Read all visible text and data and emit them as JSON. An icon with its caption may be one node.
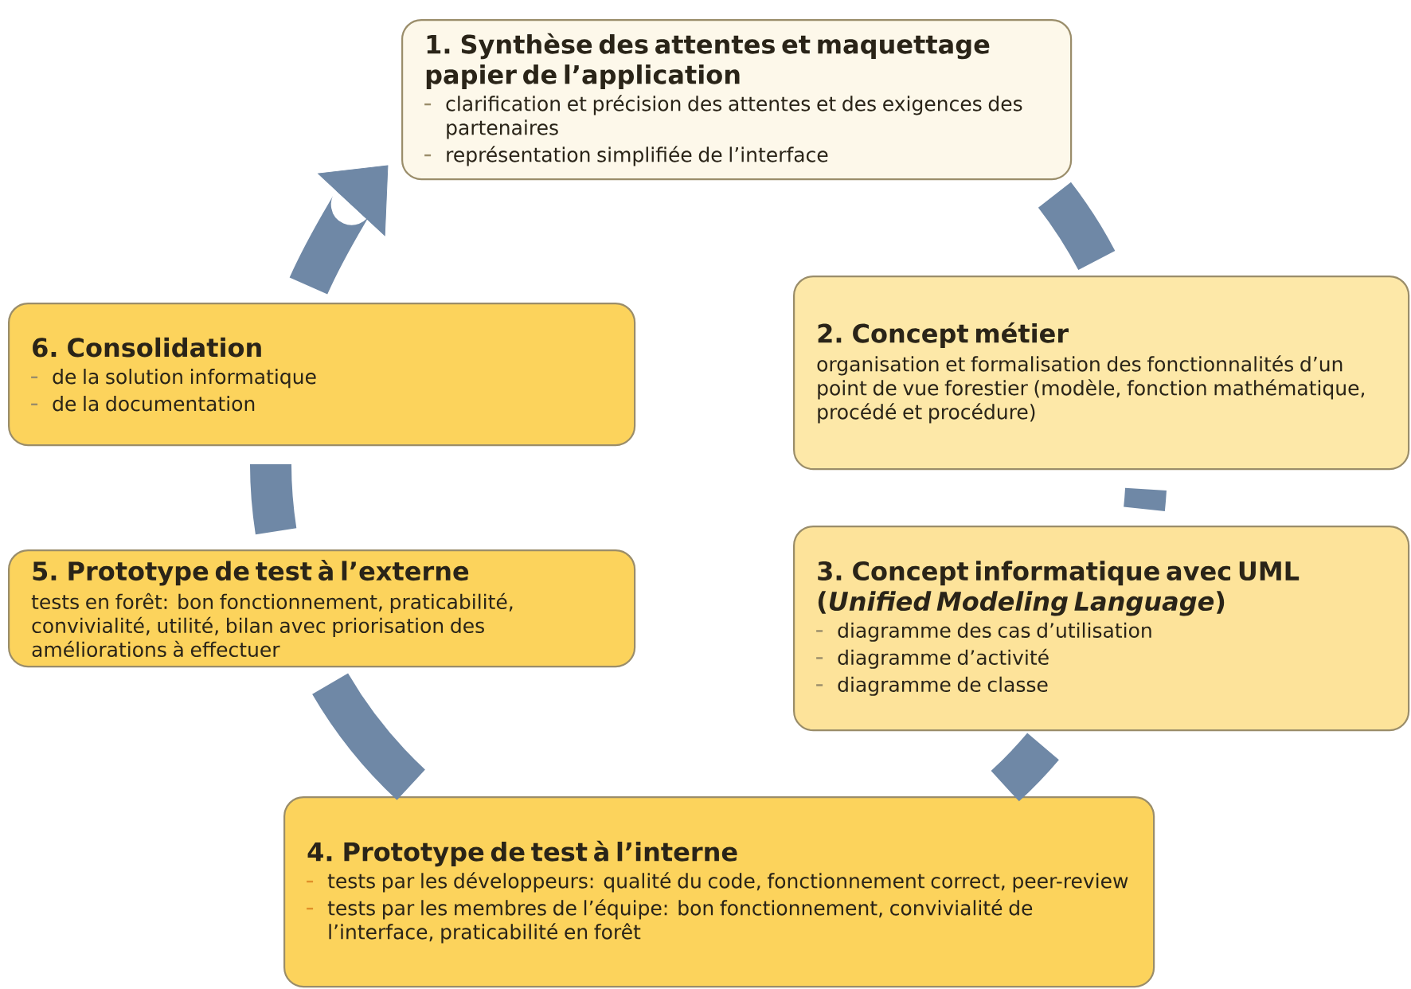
{
  "diagram": {
    "nodes": [
      {
        "text": [
          "1. Synthèse des attentes et maquettage papier de l’application",
          "clarification et précision des attentes et des exigences des partenaires",
          "représentation simplifiée de l’interface"
        ]
      },
      {
        "text": [
          "2. Concept métier",
          "organisation et formalisation des fonctionnalités d’un point de vue forestier (modèle, fonction mathématique, procédé et procédure)"
        ]
      },
      {
        "text": [
          "3. Concept informatique avec UML (*Unified Modeling Language*)",
          "diagramme des cas d’utilisation",
          "diagramme d’activité",
          "diagramme de classe"
        ]
      },
      {
        "text": [
          "4. Prototype de test à l’interne",
          "tests par les développeurs: qualité du code, fonctionnement correct, peer-review",
          "tests par les membres de l’équipe: bon fonctionnement, convivialité de l’interface, praticabilité en forêt"
        ]
      },
      {
        "text": [
          "5. Prototype de test à l’externe",
          "tests en forêt: bon fonctionnement, praticabilité, convivialité, utilité, bilan avec priorisation des améliorations à effectuer"
        ]
      },
      {
        "text": [
          "6. Consolidation",
          "de la solution informatique",
          "de la documentation"
        ]
      }
    ],
    "edges": [
      {
        "from": 0,
        "to": 1,
        "arrow": "none"
      },
      {
        "from": 1,
        "to": 2,
        "arrow": "none"
      },
      {
        "from": 2,
        "to": 3,
        "arrow": "none"
      },
      {
        "from": 3,
        "to": 4,
        "arrow": "none"
      },
      {
        "from": 4,
        "to": 5,
        "arrow": "none"
      },
      {
        "from": 5,
        "to": 0,
        "arrow": "to"
      }
    ]
  }
}
